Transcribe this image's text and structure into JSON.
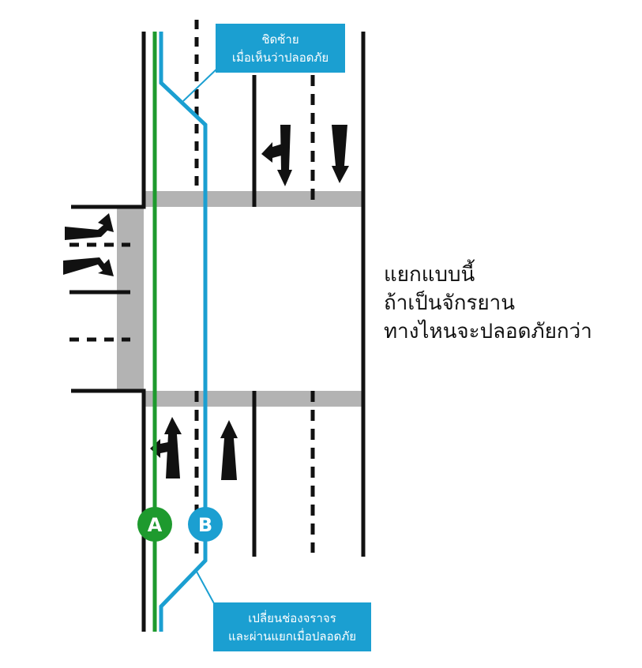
{
  "callout_top": {
    "line1": "ชิดซ้าย",
    "line2": "เมื่อเห็นว่าปลอดภัย"
  },
  "callout_bottom": {
    "line1": "เปลี่ยนช่องจราจร",
    "line2": "และผ่านแยกเมื่อปลอดภัย"
  },
  "question": {
    "line1": "แยกแบบนี้",
    "line2": "ถ้าเป็นจักรยาน",
    "line3": "ทางไหนจะปลอดภัยกว่า"
  },
  "routes": [
    {
      "label": "A",
      "color": "#1e9a2e"
    },
    {
      "label": "B",
      "color": "#1b9fd1"
    }
  ],
  "colors": {
    "road_marking": "#111111",
    "crosswalk": "#b3b3b3",
    "callout_bg": "#1b9fd1"
  }
}
